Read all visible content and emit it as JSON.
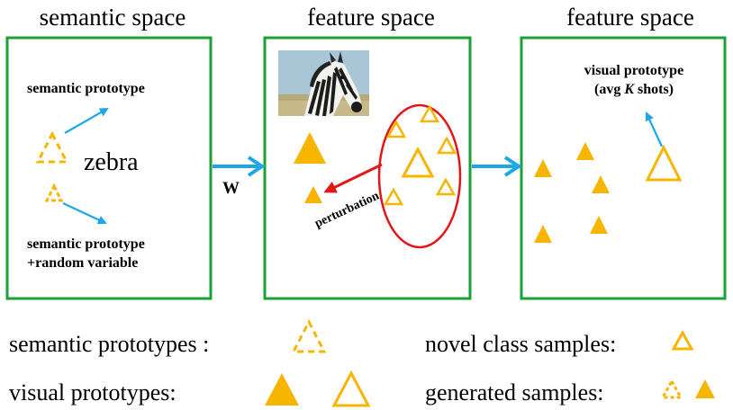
{
  "panels": {
    "semantic": {
      "title": "semantic space",
      "label_proto": "semantic prototype",
      "label_class": "zebra",
      "label_random_1": "semantic prototype",
      "label_random_2": "+random variable"
    },
    "feature_mid": {
      "title": "feature space",
      "perturbation": "perturbation",
      "photo_subject": "zebra"
    },
    "feature_right": {
      "title": "feature space",
      "visual_proto_1": "visual prototype",
      "visual_proto_2_pre": "(avg ",
      "visual_proto_2_k": "K",
      "visual_proto_2_post": " shots)"
    }
  },
  "arrow_label": "W",
  "legend": {
    "semantic_prototypes": "semantic prototypes :",
    "visual_prototypes": "visual prototypes:",
    "novel_class_samples": "novel class samples:",
    "generated_samples": "generated samples:"
  },
  "colors": {
    "panel_border": "#1aa035",
    "triangle": "#f7b500",
    "arrow_blue": "#1ea7e6",
    "ellipse_red": "#e01818",
    "arrow_red": "#e01818"
  }
}
